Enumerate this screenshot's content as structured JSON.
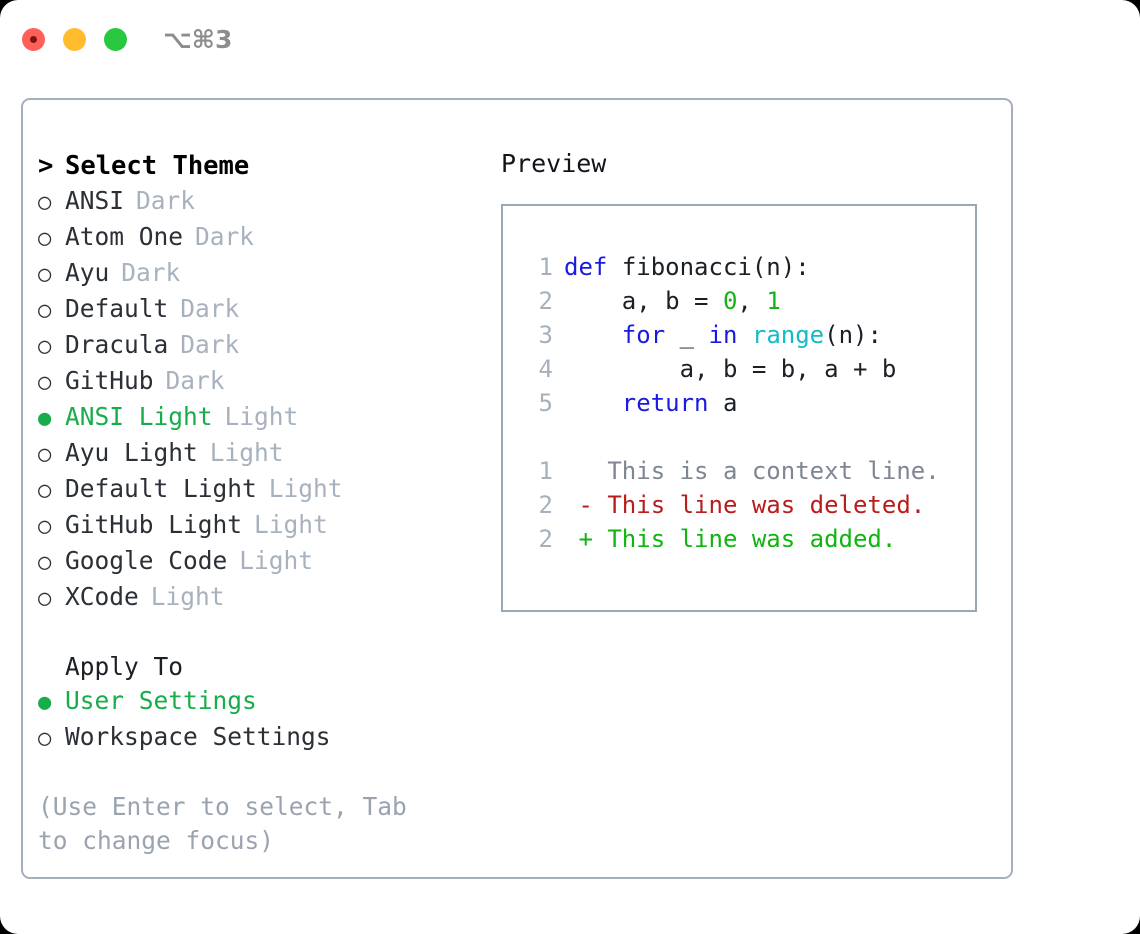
{
  "titlebar": {
    "shortcut": "⌥⌘3",
    "lights": [
      "close-red",
      "minimize-yellow",
      "maximize-green"
    ]
  },
  "theme_list": {
    "header": {
      "marker": ">",
      "label": "Select Theme"
    },
    "items": [
      {
        "marker": "○",
        "name": "ANSI",
        "kind": "Dark",
        "selected": false
      },
      {
        "marker": "○",
        "name": "Atom One",
        "kind": "Dark",
        "selected": false
      },
      {
        "marker": "○",
        "name": "Ayu",
        "kind": "Dark",
        "selected": false
      },
      {
        "marker": "○",
        "name": "Default",
        "kind": "Dark",
        "selected": false
      },
      {
        "marker": "○",
        "name": "Dracula",
        "kind": "Dark",
        "selected": false
      },
      {
        "marker": "○",
        "name": "GitHub",
        "kind": "Dark",
        "selected": false
      },
      {
        "marker": "●",
        "name": "ANSI Light",
        "kind": "Light",
        "selected": true
      },
      {
        "marker": "○",
        "name": "Ayu Light",
        "kind": "Light",
        "selected": false
      },
      {
        "marker": "○",
        "name": "Default Light",
        "kind": "Light",
        "selected": false
      },
      {
        "marker": "○",
        "name": "GitHub Light",
        "kind": "Light",
        "selected": false
      },
      {
        "marker": "○",
        "name": "Google Code",
        "kind": "Light",
        "selected": false
      },
      {
        "marker": "○",
        "name": "XCode",
        "kind": "Light",
        "selected": false
      }
    ]
  },
  "apply_to": {
    "title": "Apply To",
    "options": [
      {
        "marker": "●",
        "name": "User Settings",
        "selected": true
      },
      {
        "marker": "○",
        "name": "Workspace Settings",
        "selected": false
      }
    ]
  },
  "hint": "(Use Enter to select, Tab to change focus)",
  "preview": {
    "title": "Preview",
    "code": [
      {
        "num": "1",
        "tokens": [
          {
            "t": "def",
            "c": "kw"
          },
          {
            "t": " ",
            "c": "txt"
          },
          {
            "t": "fibonacci(n):",
            "c": "fn"
          }
        ]
      },
      {
        "num": "2",
        "tokens": [
          {
            "t": "    a, b = ",
            "c": "txt"
          },
          {
            "t": "0",
            "c": "num"
          },
          {
            "t": ", ",
            "c": "txt"
          },
          {
            "t": "1",
            "c": "num"
          }
        ]
      },
      {
        "num": "3",
        "tokens": [
          {
            "t": "    ",
            "c": "txt"
          },
          {
            "t": "for",
            "c": "kw"
          },
          {
            "t": " _ ",
            "c": "txt"
          },
          {
            "t": "in",
            "c": "kw"
          },
          {
            "t": " ",
            "c": "txt"
          },
          {
            "t": "range",
            "c": "call"
          },
          {
            "t": "(n):",
            "c": "txt"
          }
        ]
      },
      {
        "num": "4",
        "tokens": [
          {
            "t": "        a, b = b, a + b",
            "c": "txt"
          }
        ]
      },
      {
        "num": "5",
        "tokens": [
          {
            "t": "    ",
            "c": "txt"
          },
          {
            "t": "return",
            "c": "kw"
          },
          {
            "t": " a",
            "c": "txt"
          }
        ]
      }
    ],
    "diff": [
      {
        "num": "1",
        "sign": " ",
        "text": "This is a context line.",
        "kind": "ctx"
      },
      {
        "num": "2",
        "sign": "-",
        "text": "This line was deleted.",
        "kind": "del"
      },
      {
        "num": "2",
        "sign": "+",
        "text": "This line was added.",
        "kind": "add"
      }
    ]
  },
  "colors": {
    "accent_green": "#17ad4a",
    "border": "#a6b0bd",
    "muted": "#a8b2bf",
    "hint": "#9aa3b0",
    "keyword": "#1a1ae0",
    "number": "#16b316",
    "call": "#12bcc4",
    "diff_delete": "#b81c1c",
    "diff_add": "#10b510",
    "light_red": "#ff6159",
    "light_yellow": "#ffbd2e",
    "light_green": "#28c840"
  }
}
